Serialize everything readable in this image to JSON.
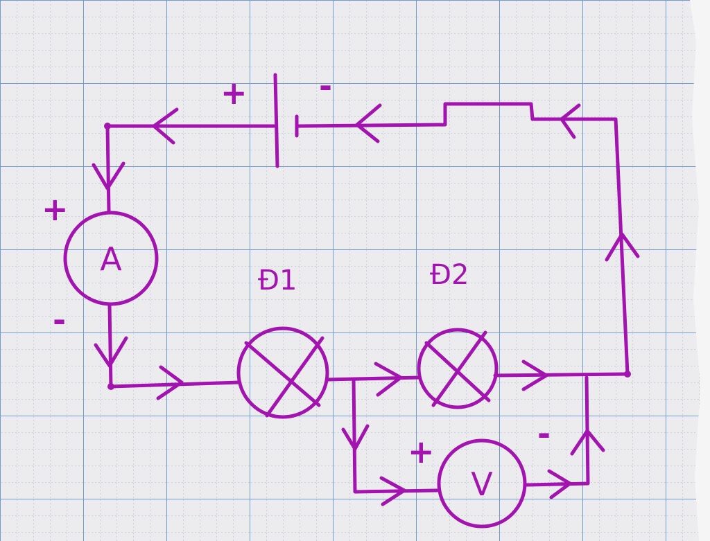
{
  "diagram": {
    "ammeter": {
      "symbol": "A",
      "plus": "+",
      "minus": "-"
    },
    "voltmeter": {
      "symbol": "V",
      "plus": "+",
      "minus": "-"
    },
    "battery": {
      "plus": "+",
      "minus": "-"
    },
    "lamp1": {
      "label": "Đ1"
    },
    "lamp2": {
      "label": "Đ2"
    }
  },
  "colors": {
    "ink": "#a313b0",
    "paper": "#e9e7e9",
    "grid_major": "#5b8ccc",
    "grid_minor": "#9cb0d2"
  },
  "icons": [
    "battery-icon",
    "ammeter-icon",
    "voltmeter-icon",
    "lamp-icon",
    "arrow-icon"
  ]
}
